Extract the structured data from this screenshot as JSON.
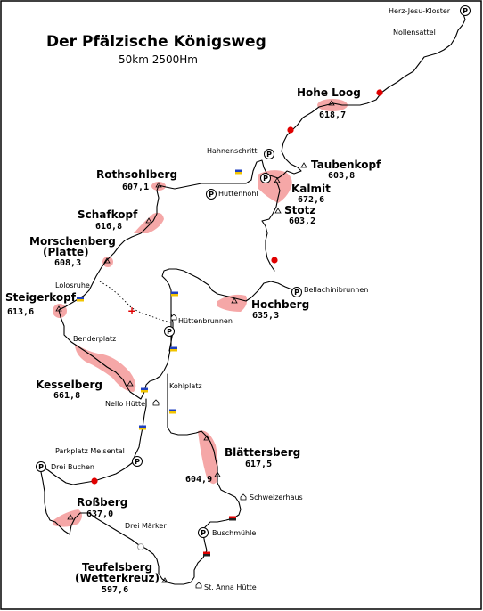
{
  "title": "Der Pfälzische Königsweg",
  "subtitle": "50km 2500Hm",
  "peaks": {
    "hohe_loog": {
      "name": "Hohe Loog",
      "elev": "618,7"
    },
    "taubenkopf": {
      "name": "Taubenkopf",
      "elev": "603,8"
    },
    "kalmit": {
      "name": "Kalmit",
      "elev": "672,6"
    },
    "stotz": {
      "name": "Stotz",
      "elev": "603,2"
    },
    "rothsohlberg": {
      "name": "Rothsohlberg",
      "elev": "607,1"
    },
    "schafkopf": {
      "name": "Schafkopf",
      "elev": "616,8"
    },
    "morschenberg": {
      "name": "Morschenberg",
      "name2": "(Platte)",
      "elev": "608,3"
    },
    "steigerkopf": {
      "name": "Steigerkopf",
      "elev": "613,6"
    },
    "hochberg": {
      "name": "Hochberg",
      "elev": "635,3"
    },
    "kesselberg": {
      "name": "Kesselberg",
      "elev": "661,8"
    },
    "blaettersberg": {
      "name": "Blättersberg",
      "elev": "617,5"
    },
    "blaettersberg_sub": {
      "elev": "604,9"
    },
    "rossberg": {
      "name": "Roßberg",
      "elev": "637,0"
    },
    "teufelsberg": {
      "name": "Teufelsberg",
      "name2": "(Wetterkreuz)",
      "elev": "597,6"
    }
  },
  "places": {
    "herz_jesu_kloster": "Herz-Jesu-Kloster",
    "nollensattel": "Nollensattel",
    "hahnenschritt": "Hahnenschritt",
    "huettenhohl": "Hüttenhohl",
    "bellachinibrunnen": "Bellachinibrunnen",
    "lolosruhe": "Lolosruhe",
    "huettenbrunnen": "Hüttenbrunnen",
    "benderplatz": "Benderplatz",
    "kohlplatz": "Kohlplatz",
    "nello_huette": "Nello Hütte",
    "parkplatz_meisental": "Parkplatz Meisental",
    "drei_buchen": "Drei Buchen",
    "schweizerhaus": "Schweizerhaus",
    "buschmuehle": "Buschmühle",
    "drei_maerker": "Drei Märker",
    "st_anna_huette": "St. Anna Hütte"
  },
  "parking_symbol": "P",
  "cross_symbol": "+",
  "colors": {
    "hill": "#f28a8a",
    "route": "#000000",
    "marker_red": "#e00000",
    "sign_blue": "#1f3fbf",
    "sign_yellow": "#f2c400"
  },
  "icons": [
    "parking-icon",
    "peak-triangle-icon",
    "hut-icon",
    "trail-marker-icon",
    "waypoint-dot-icon",
    "cross-icon"
  ]
}
